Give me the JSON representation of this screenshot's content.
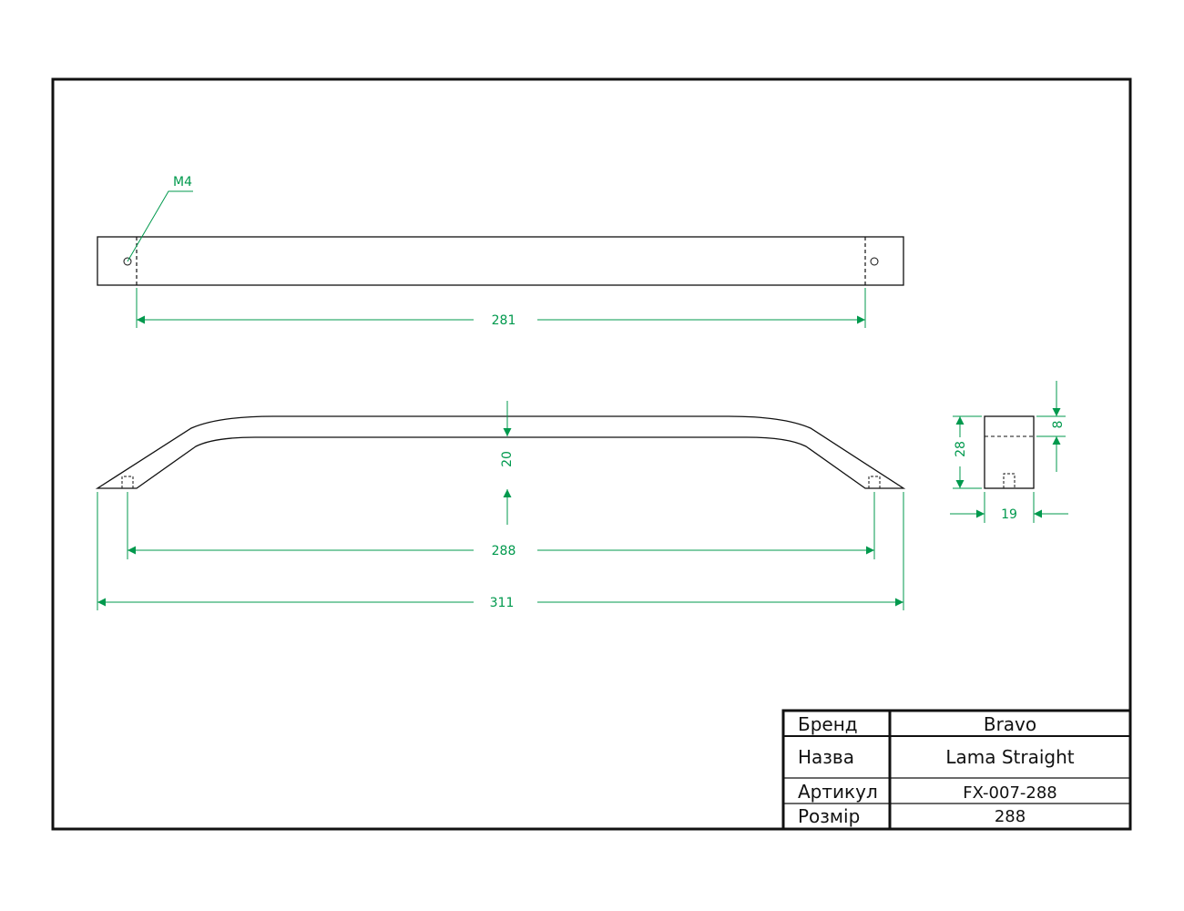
{
  "colors": {
    "outline": "#111111",
    "dimension": "#00994d",
    "paper": "#ffffff"
  },
  "dimensions": {
    "hole_label": "M4",
    "top_view_length": "281",
    "height": "20",
    "center_distance": "288",
    "overall_length": "311",
    "side_height": "28",
    "side_top": "8",
    "side_width": "19"
  },
  "title_block": {
    "rows": [
      {
        "label": "Бренд",
        "value": "Bravo"
      },
      {
        "label": "Назва",
        "value": "Lama Straight"
      },
      {
        "label": "Артикул",
        "value": "FX-007-288"
      },
      {
        "label": "Розмір",
        "value": "288"
      }
    ]
  }
}
